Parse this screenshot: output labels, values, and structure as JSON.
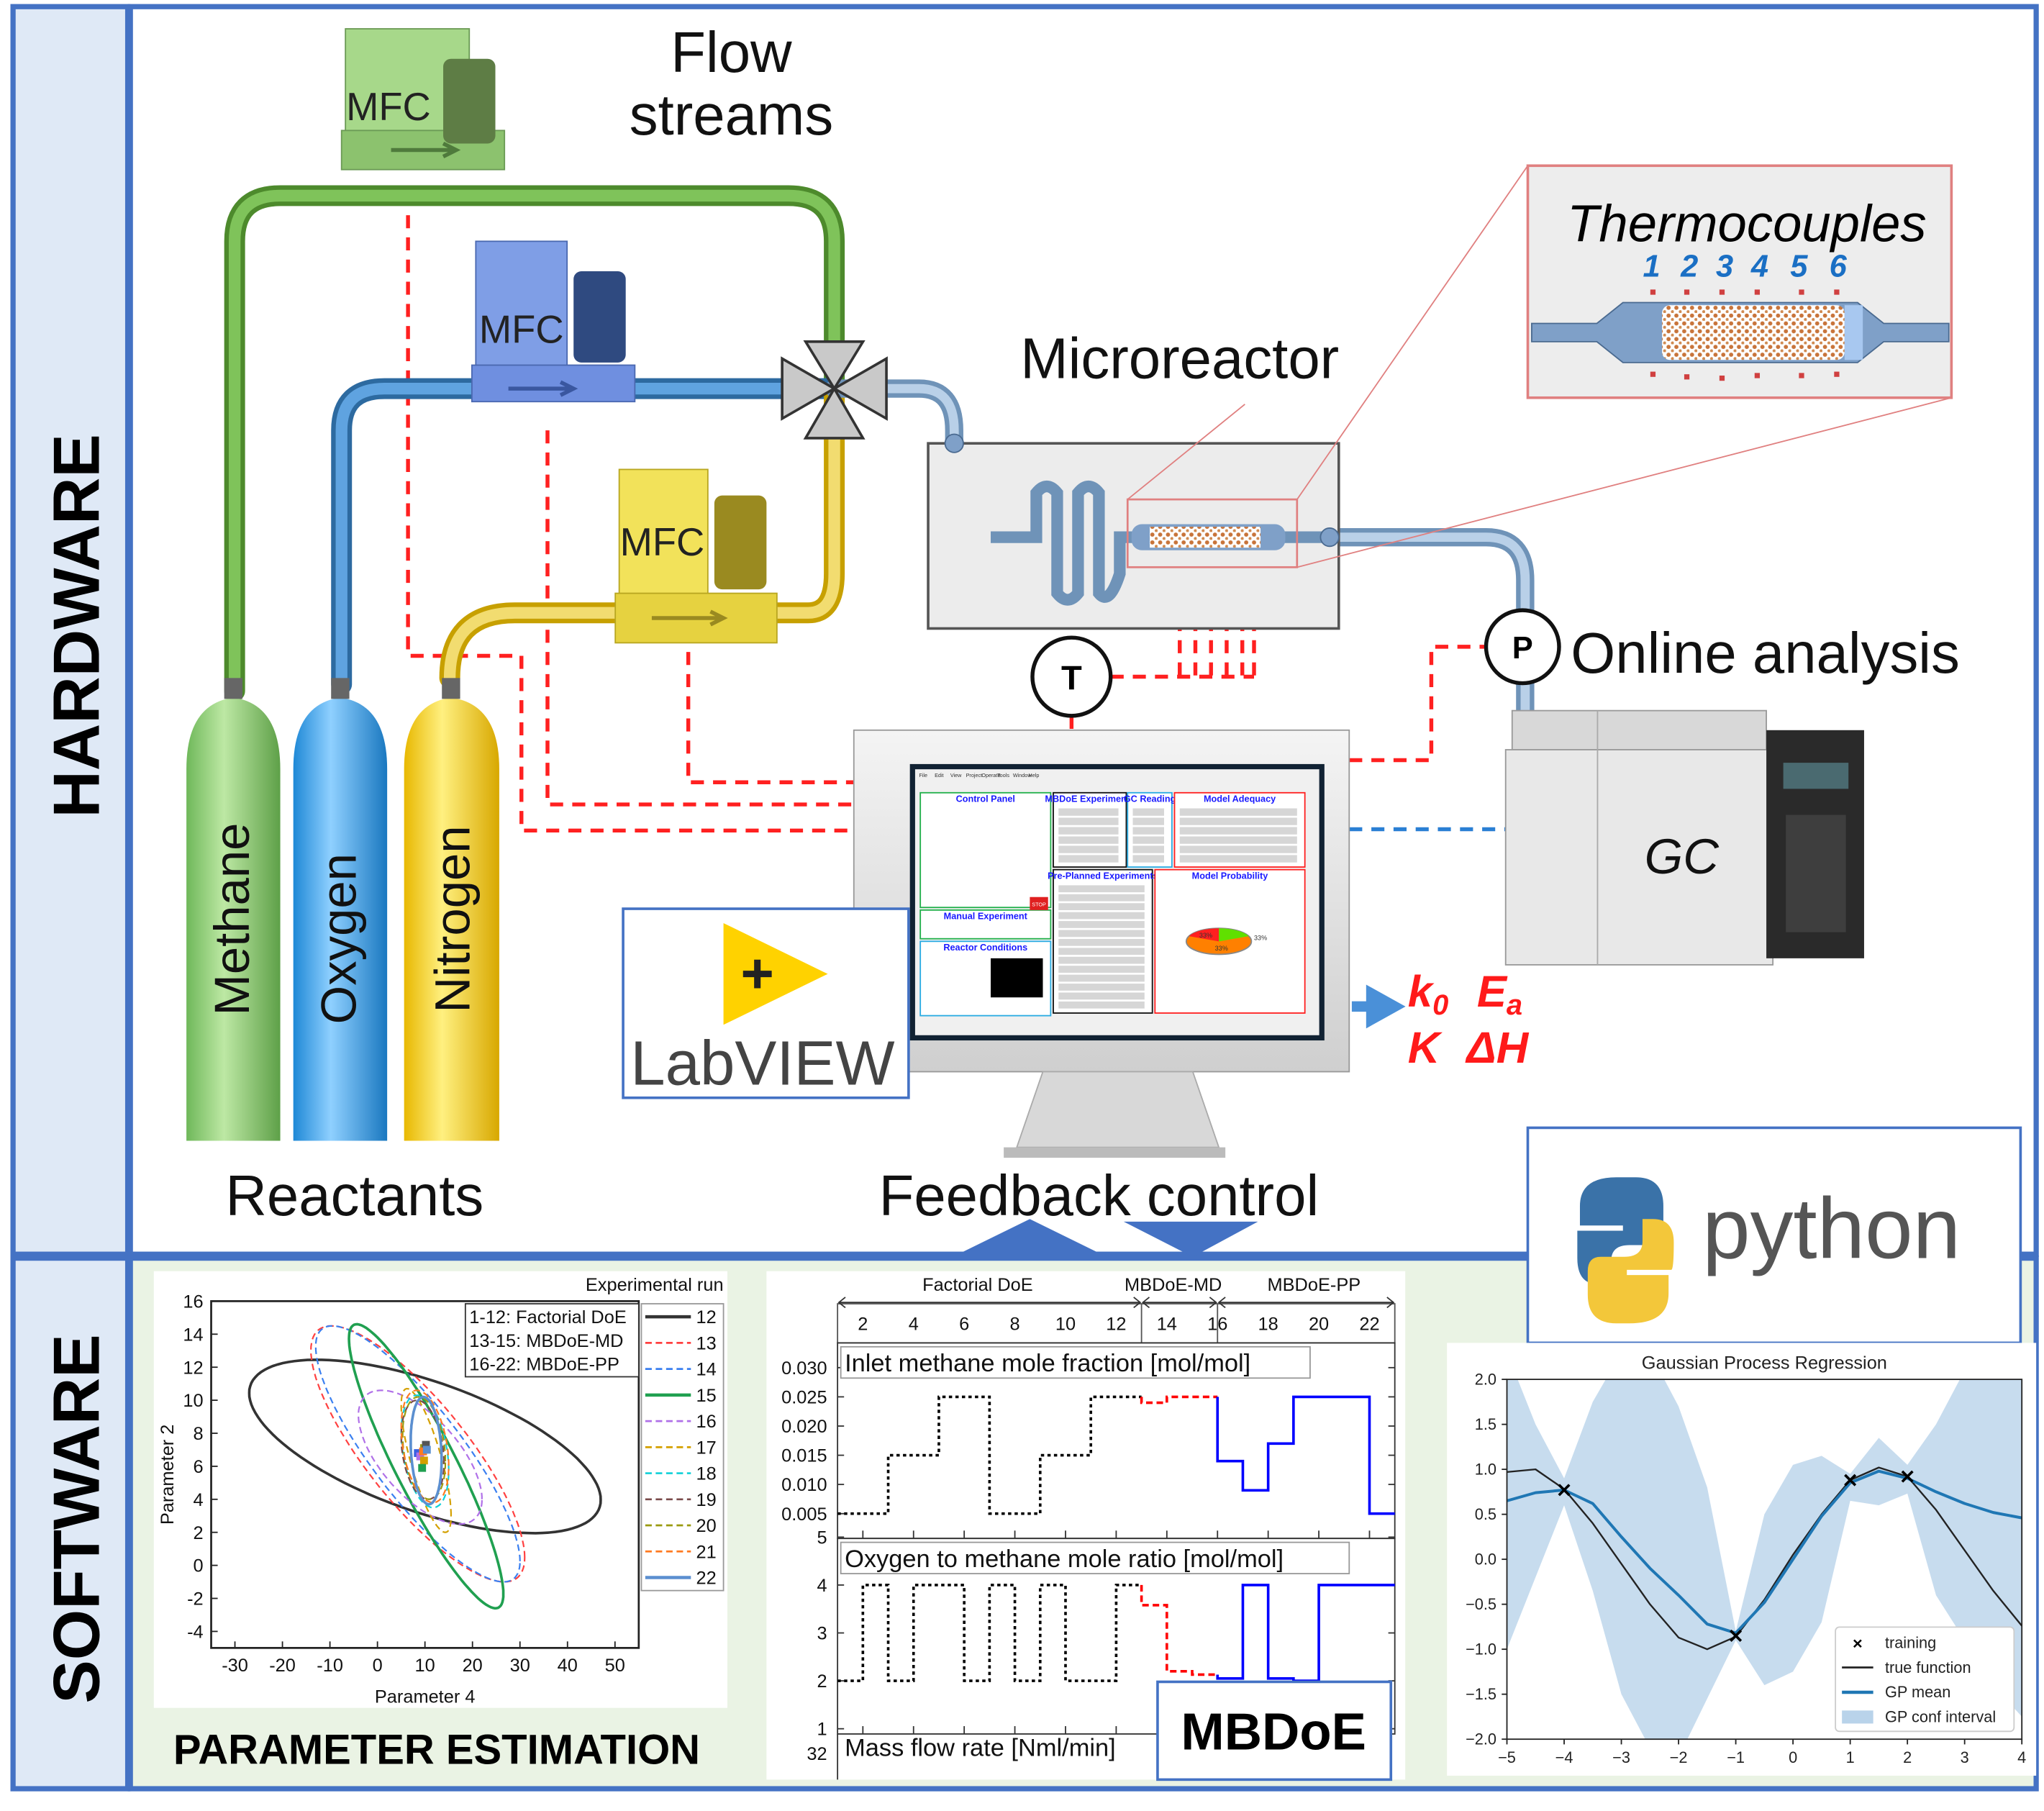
{
  "side_labels": {
    "hardware": "HARDWARE",
    "software": "SOFTWARE"
  },
  "hardware": {
    "flow_streams": [
      "Flow",
      "streams"
    ],
    "mfc_label": "MFC",
    "microreactor": "Microreactor",
    "thermocouples": {
      "title": "Thermocouples",
      "numbers": [
        "1",
        "2",
        "3",
        "4",
        "5",
        "6"
      ]
    },
    "temperature_sensor": "T",
    "pressure_sensor": "P",
    "online_analysis": "Online analysis",
    "gc": "GC",
    "cylinders": [
      {
        "label": "Methane",
        "color": "#8fd06f"
      },
      {
        "label": "Oxygen",
        "color": "#3ea7ef"
      },
      {
        "label": "Nitrogen",
        "color": "#ffd800"
      }
    ],
    "reactants": "Reactants",
    "feedback_control": "Feedback control",
    "parameters": {
      "k0": "k",
      "k0_sub": "0",
      "Ea": "E",
      "Ea_sub": "a",
      "K": "K",
      "dH": "ΔH"
    },
    "labview_logo": "LabVIEW",
    "labview_screen": {
      "menu": [
        "File",
        "Edit",
        "View",
        "Project",
        "Operate",
        "Tools",
        "Window",
        "Help"
      ],
      "panels": [
        {
          "title": "Control Panel",
          "border": "#22b04b"
        },
        {
          "title": "MBDoE Experiments",
          "border": "#111111"
        },
        {
          "title": "GC Reading",
          "border": "#29abe2"
        },
        {
          "title": "Model Adequacy",
          "border": "#ff2020"
        },
        {
          "title": "Manual Experiment",
          "border": "#22b04b"
        },
        {
          "title": "Reactor Conditions",
          "border": "#29abe2"
        },
        {
          "title": "Pre-Planned Experiments",
          "border": "#111111"
        },
        {
          "title": "Model Probability",
          "border": "#ff2020"
        }
      ],
      "stop_button": "STOP",
      "pie_labels": [
        "33%",
        "33%",
        "33%"
      ]
    }
  },
  "software": {
    "python_logo": "python",
    "parameter_estimation": "PARAMETER ESTIMATION",
    "mbdoe": "MBDoE"
  },
  "colors": {
    "frame": "#4472c4",
    "hardware_bg": "#ffffff",
    "software_bg": "#eaf3e4",
    "signal": "#ff2020",
    "label_strip": "#dfe9f6"
  },
  "chart_data": [
    {
      "type": "scatter",
      "title": "",
      "xlabel": "Parameter 4",
      "ylabel": "Parameter 2",
      "xlim": [
        -35,
        55
      ],
      "ylim": [
        -5,
        16
      ],
      "xticks": [
        -30,
        -20,
        -10,
        0,
        10,
        20,
        30,
        40,
        50
      ],
      "yticks": [
        -4,
        -2,
        0,
        2,
        4,
        6,
        8,
        10,
        12,
        14,
        16
      ],
      "legend_title": "Experimental run",
      "legend_placement": "right",
      "annotation": [
        "1-12: Factorial DoE",
        "13-15: MBDoE-MD",
        "16-22: MBDoE-PP"
      ],
      "series": [
        {
          "name": "12",
          "color": "#333333",
          "dash": "solid",
          "center": [
            10,
            7.2
          ],
          "half_range": [
            37,
            5.25
          ],
          "phase_deg": 128
        },
        {
          "name": "13",
          "color": "#ff4040",
          "dash": "dashed",
          "center": [
            8.5,
            6.75
          ],
          "half_range": [
            22.5,
            7.75
          ],
          "phase_deg": 144
        },
        {
          "name": "14",
          "color": "#3a7ff0",
          "dash": "dashed",
          "center": [
            8.5,
            6.75
          ],
          "half_range": [
            21.5,
            7.75
          ],
          "phase_deg": 147
        },
        {
          "name": "15",
          "color": "#20a050",
          "dash": "solid",
          "center": [
            10.25,
            6.0
          ],
          "half_range": [
            16.25,
            8.6
          ],
          "phase_deg": 154
        },
        {
          "name": "16",
          "color": "#b070e8",
          "dash": "dashed",
          "center": [
            9,
            6.55
          ],
          "half_range": [
            13,
            4.05
          ],
          "phase_deg": 129
        },
        {
          "name": "17",
          "color": "#d4a000",
          "dash": "dashed",
          "center": [
            10.25,
            6.35
          ],
          "half_range": [
            5.25,
            4.35
          ],
          "phase_deg": 140
        },
        {
          "name": "18",
          "color": "#10d0d8",
          "dash": "dashed",
          "center": [
            10,
            6.9
          ],
          "half_range": [
            5,
            3.4
          ],
          "phase_deg": 110
        },
        {
          "name": "19",
          "color": "#7a4a4a",
          "dash": "dashed",
          "center": [
            9.5,
            7
          ],
          "half_range": [
            4.5,
            3
          ],
          "phase_deg": 105
        },
        {
          "name": "20",
          "color": "#9a9a10",
          "dash": "dashed",
          "center": [
            9.8,
            7.1
          ],
          "half_range": [
            4.5,
            3.1
          ],
          "phase_deg": 105
        },
        {
          "name": "21",
          "color": "#ff7a20",
          "dash": "dashed",
          "center": [
            10,
            7.2
          ],
          "half_range": [
            5,
            3.4
          ],
          "phase_deg": 110
        },
        {
          "name": "22",
          "color": "#5b8fd0",
          "dash": "solid",
          "center": [
            10.25,
            6.95
          ],
          "half_range": [
            3.25,
            3.25
          ],
          "phase_deg": 100
        }
      ],
      "estimates": [
        {
          "x": 8.5,
          "y": 6.8,
          "color": "#3a60e0"
        },
        {
          "x": 9,
          "y": 6.6,
          "color": "#b070e8"
        },
        {
          "x": 9.8,
          "y": 7.1,
          "color": "#9a9a10"
        },
        {
          "x": 10.2,
          "y": 7.3,
          "color": "#555555"
        },
        {
          "x": 9.6,
          "y": 6.9,
          "color": "#ff7a20"
        },
        {
          "x": 9.8,
          "y": 6.35,
          "color": "#d4a000"
        },
        {
          "x": 9.4,
          "y": 5.9,
          "color": "#20a050"
        },
        {
          "x": 10.4,
          "y": 7.0,
          "color": "#5b8fd0"
        }
      ]
    },
    {
      "type": "line",
      "title": "",
      "xlim": [
        1,
        23
      ],
      "xticks": [
        2,
        4,
        6,
        8,
        10,
        12,
        14,
        16,
        18,
        20,
        22
      ],
      "phases": [
        {
          "label": "Factorial DoE",
          "range": [
            1,
            13
          ]
        },
        {
          "label": "MBDoE-MD",
          "range": [
            13,
            16
          ]
        },
        {
          "label": "MBDoE-PP",
          "range": [
            16,
            23
          ]
        }
      ],
      "panels": [
        {
          "label": "Inlet methane mole fraction [mol/mol]",
          "ylim": [
            0.0,
            0.0335
          ],
          "yticks": [
            "0.005",
            "0.010",
            "0.015",
            "0.020",
            "0.025",
            "0.030"
          ],
          "series": [
            {
              "runs": [
                1,
                2,
                3,
                4,
                5,
                6,
                7,
                8,
                9,
                10,
                11,
                12
              ],
              "values": [
                0.005,
                0.005,
                0.015,
                0.015,
                0.025,
                0.025,
                0.005,
                0.005,
                0.015,
                0.015,
                0.025,
                0.025
              ],
              "color": "#000000",
              "dash": "dotted"
            },
            {
              "runs": [
                13,
                14,
                15
              ],
              "values": [
                0.024,
                0.025,
                0.025
              ],
              "color": "#ff0000",
              "dash": "dashed"
            },
            {
              "runs": [
                16,
                17,
                18,
                19,
                20,
                21,
                22
              ],
              "values": [
                0.014,
                0.009,
                0.017,
                0.025,
                0.025,
                0.025,
                0.005
              ],
              "color": "#0000ff",
              "dash": "solid"
            }
          ]
        },
        {
          "label": "Oxygen to methane mole ratio [mol/mol]",
          "ylim": [
            1,
            5
          ],
          "yticks": [
            "1",
            "2",
            "3",
            "4",
            "5"
          ],
          "series": [
            {
              "runs": [
                1,
                2,
                3,
                4,
                5,
                6,
                7,
                8,
                9,
                10,
                11,
                12
              ],
              "values": [
                2,
                4,
                2,
                4,
                4,
                2,
                4,
                2,
                4,
                2,
                2,
                4
              ],
              "color": "#000000",
              "dash": "dotted"
            },
            {
              "runs": [
                13,
                14,
                15
              ],
              "values": [
                3.58,
                2.2,
                2.13
              ],
              "color": "#ff0000",
              "dash": "dashed"
            },
            {
              "runs": [
                16,
                17,
                18,
                19,
                20,
                21,
                22
              ],
              "values": [
                2.05,
                4,
                2.05,
                2.0,
                4,
                4,
                4
              ],
              "color": "#0000ff",
              "dash": "solid"
            }
          ]
        },
        {
          "label": "Mass flow rate [Nml/min]",
          "yticks": [
            "32"
          ]
        }
      ]
    },
    {
      "type": "line",
      "title": "Gaussian Process Regression",
      "xlim": [
        -5,
        4
      ],
      "ylim": [
        -2,
        2
      ],
      "xticks": [
        "-5",
        "-4",
        "-3",
        "-2",
        "-1",
        "0",
        "1",
        "2",
        "3",
        "4"
      ],
      "yticks": [
        "-2.0",
        "-1.5",
        "-1.0",
        "-0.5",
        "0.0",
        "0.5",
        "1.0",
        "1.5",
        "2.0"
      ],
      "legend_placement": "lower-right",
      "legend": [
        "training",
        "true function",
        "GP mean",
        "GP conf interval"
      ],
      "training": [
        {
          "x": -4,
          "y": 0.77
        },
        {
          "x": -1,
          "y": -0.85
        },
        {
          "x": 1,
          "y": 0.88
        },
        {
          "x": 2,
          "y": 0.92
        }
      ],
      "x": [
        -5,
        -4.5,
        -4,
        -3.5,
        -3,
        -2.5,
        -2,
        -1.5,
        -1,
        -0.5,
        0,
        0.5,
        1,
        1.5,
        2,
        2.5,
        3,
        3.5,
        4
      ],
      "true_function": [
        0.97,
        1.0,
        0.78,
        0.4,
        -0.05,
        -0.5,
        -0.87,
        -1.0,
        -0.86,
        -0.45,
        0.05,
        0.5,
        0.88,
        1.02,
        0.92,
        0.55,
        0.1,
        -0.35,
        -0.74
      ],
      "gp_mean": [
        0.65,
        0.74,
        0.77,
        0.62,
        0.25,
        -0.1,
        -0.4,
        -0.72,
        -0.82,
        -0.48,
        0.0,
        0.48,
        0.85,
        0.98,
        0.9,
        0.75,
        0.62,
        0.52,
        0.46
      ],
      "conf_upper": [
        2.3,
        1.5,
        0.9,
        1.75,
        2.3,
        2.3,
        1.7,
        0.8,
        -0.8,
        0.5,
        1.05,
        1.15,
        0.95,
        1.35,
        1.05,
        1.5,
        2.1,
        2.3,
        2.3
      ],
      "conf_lower": [
        -1.0,
        -0.2,
        0.6,
        -0.35,
        -1.5,
        -2.1,
        -2.2,
        -1.55,
        -0.9,
        -1.4,
        -1.25,
        -0.7,
        0.65,
        0.6,
        0.73,
        -0.4,
        -0.9,
        -1.4,
        -1.75
      ],
      "colors": {
        "true_function": "#222222",
        "gp_mean": "#1f77b4",
        "conf_interval": "#b9d3ea"
      }
    }
  ]
}
